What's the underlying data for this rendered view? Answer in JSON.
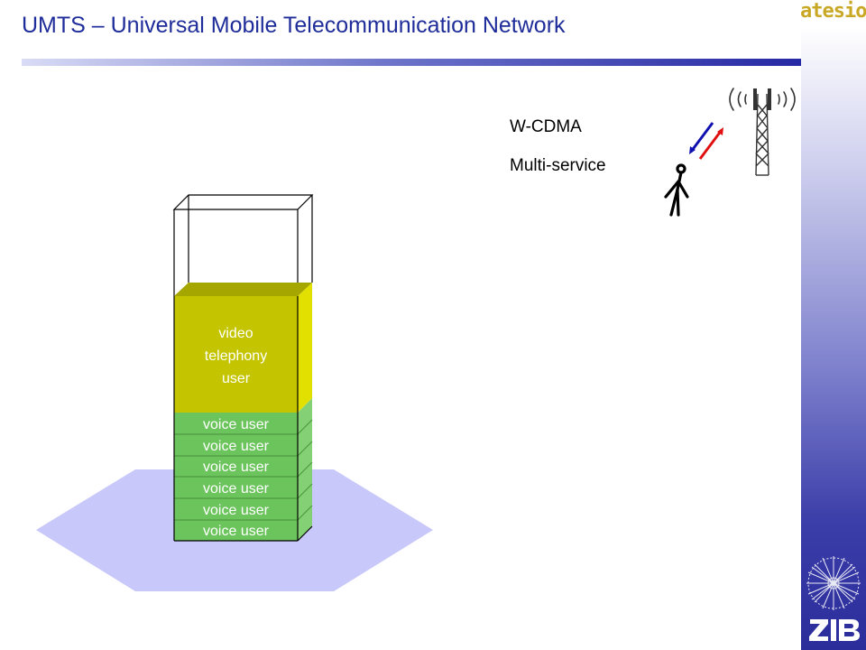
{
  "header": {
    "title": "UMTS – Universal Mobile Telecommunication Network",
    "logo_text": "atesio"
  },
  "annotations": {
    "technology": "W-CDMA",
    "service": "Multi-service"
  },
  "capacity_stack": {
    "video_block": {
      "lines": [
        "video",
        "telephony",
        "user"
      ]
    },
    "voice_blocks": [
      "voice user",
      "voice user",
      "voice user",
      "voice user",
      "voice user",
      "voice user"
    ]
  },
  "icons": {
    "tower": "radio-tower-icon",
    "person": "mobile-user-icon",
    "arrows": "uplink-downlink-arrows-icon",
    "institute": "zib-logo"
  },
  "colors": {
    "title": "#1f2d9a",
    "cell_area": "#c8c8fa",
    "video_block": "#c4c400",
    "video_block_side": "#e2e000",
    "voice_block": "#6cc45c",
    "voice_block_side": "#84d074",
    "logo": "#c9a826",
    "uplink": "#e01010",
    "downlink": "#1010b0"
  }
}
